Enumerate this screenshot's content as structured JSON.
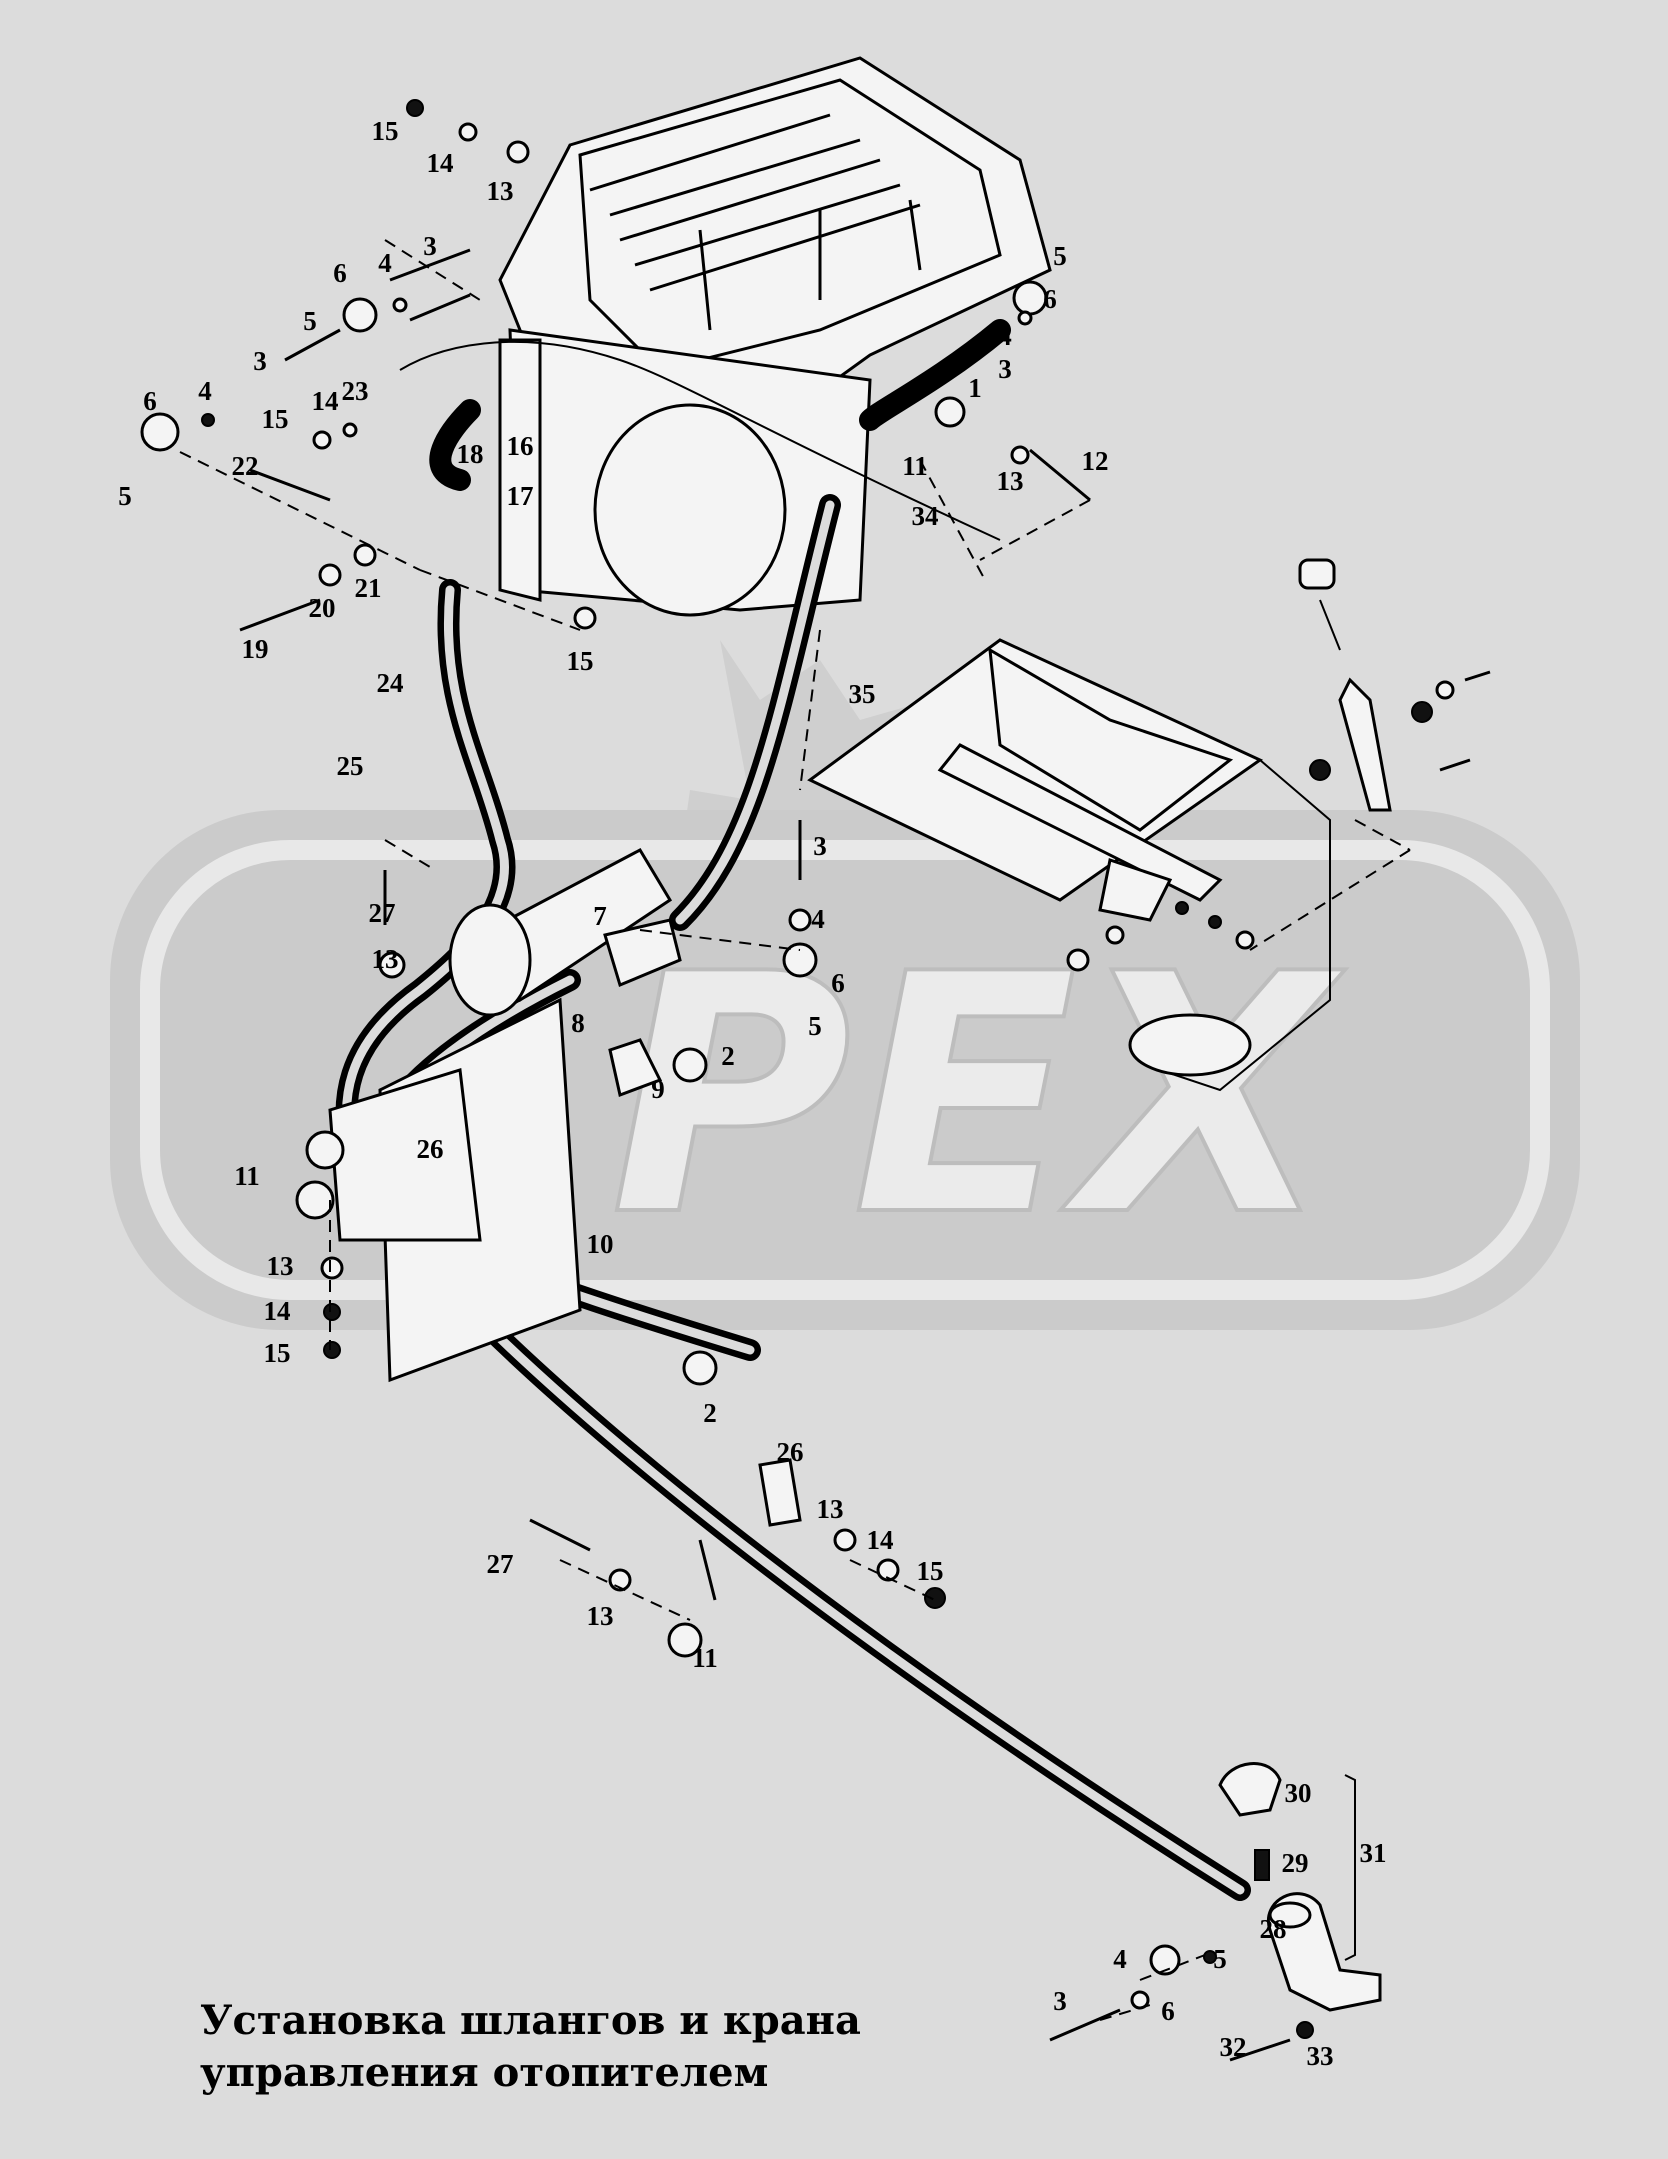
{
  "caption": {
    "line1": "Установка шлангов и крана",
    "line2": "управления отопителем"
  },
  "watermark": {
    "text": "РЕХ"
  },
  "callouts": [
    "15",
    "14",
    "13",
    "3",
    "4",
    "6",
    "5",
    "5",
    "6",
    "4",
    "3",
    "1",
    "3",
    "4",
    "6",
    "5",
    "23",
    "15",
    "14",
    "22",
    "18",
    "16",
    "17",
    "11",
    "13",
    "12",
    "34",
    "20",
    "21",
    "19",
    "15",
    "24",
    "35",
    "25",
    "3",
    "27",
    "4",
    "13",
    "7",
    "6",
    "5",
    "8",
    "2",
    "9",
    "26",
    "11",
    "13",
    "10",
    "14",
    "15",
    "2",
    "26",
    "13",
    "14",
    "15",
    "27",
    "13",
    "11",
    "30",
    "31",
    "29",
    "28",
    "4",
    "5",
    "3",
    "6",
    "32",
    "33"
  ],
  "colors": {
    "background": "#dcdcdc",
    "ink": "#000000",
    "watermark": "#c6c6c6"
  }
}
